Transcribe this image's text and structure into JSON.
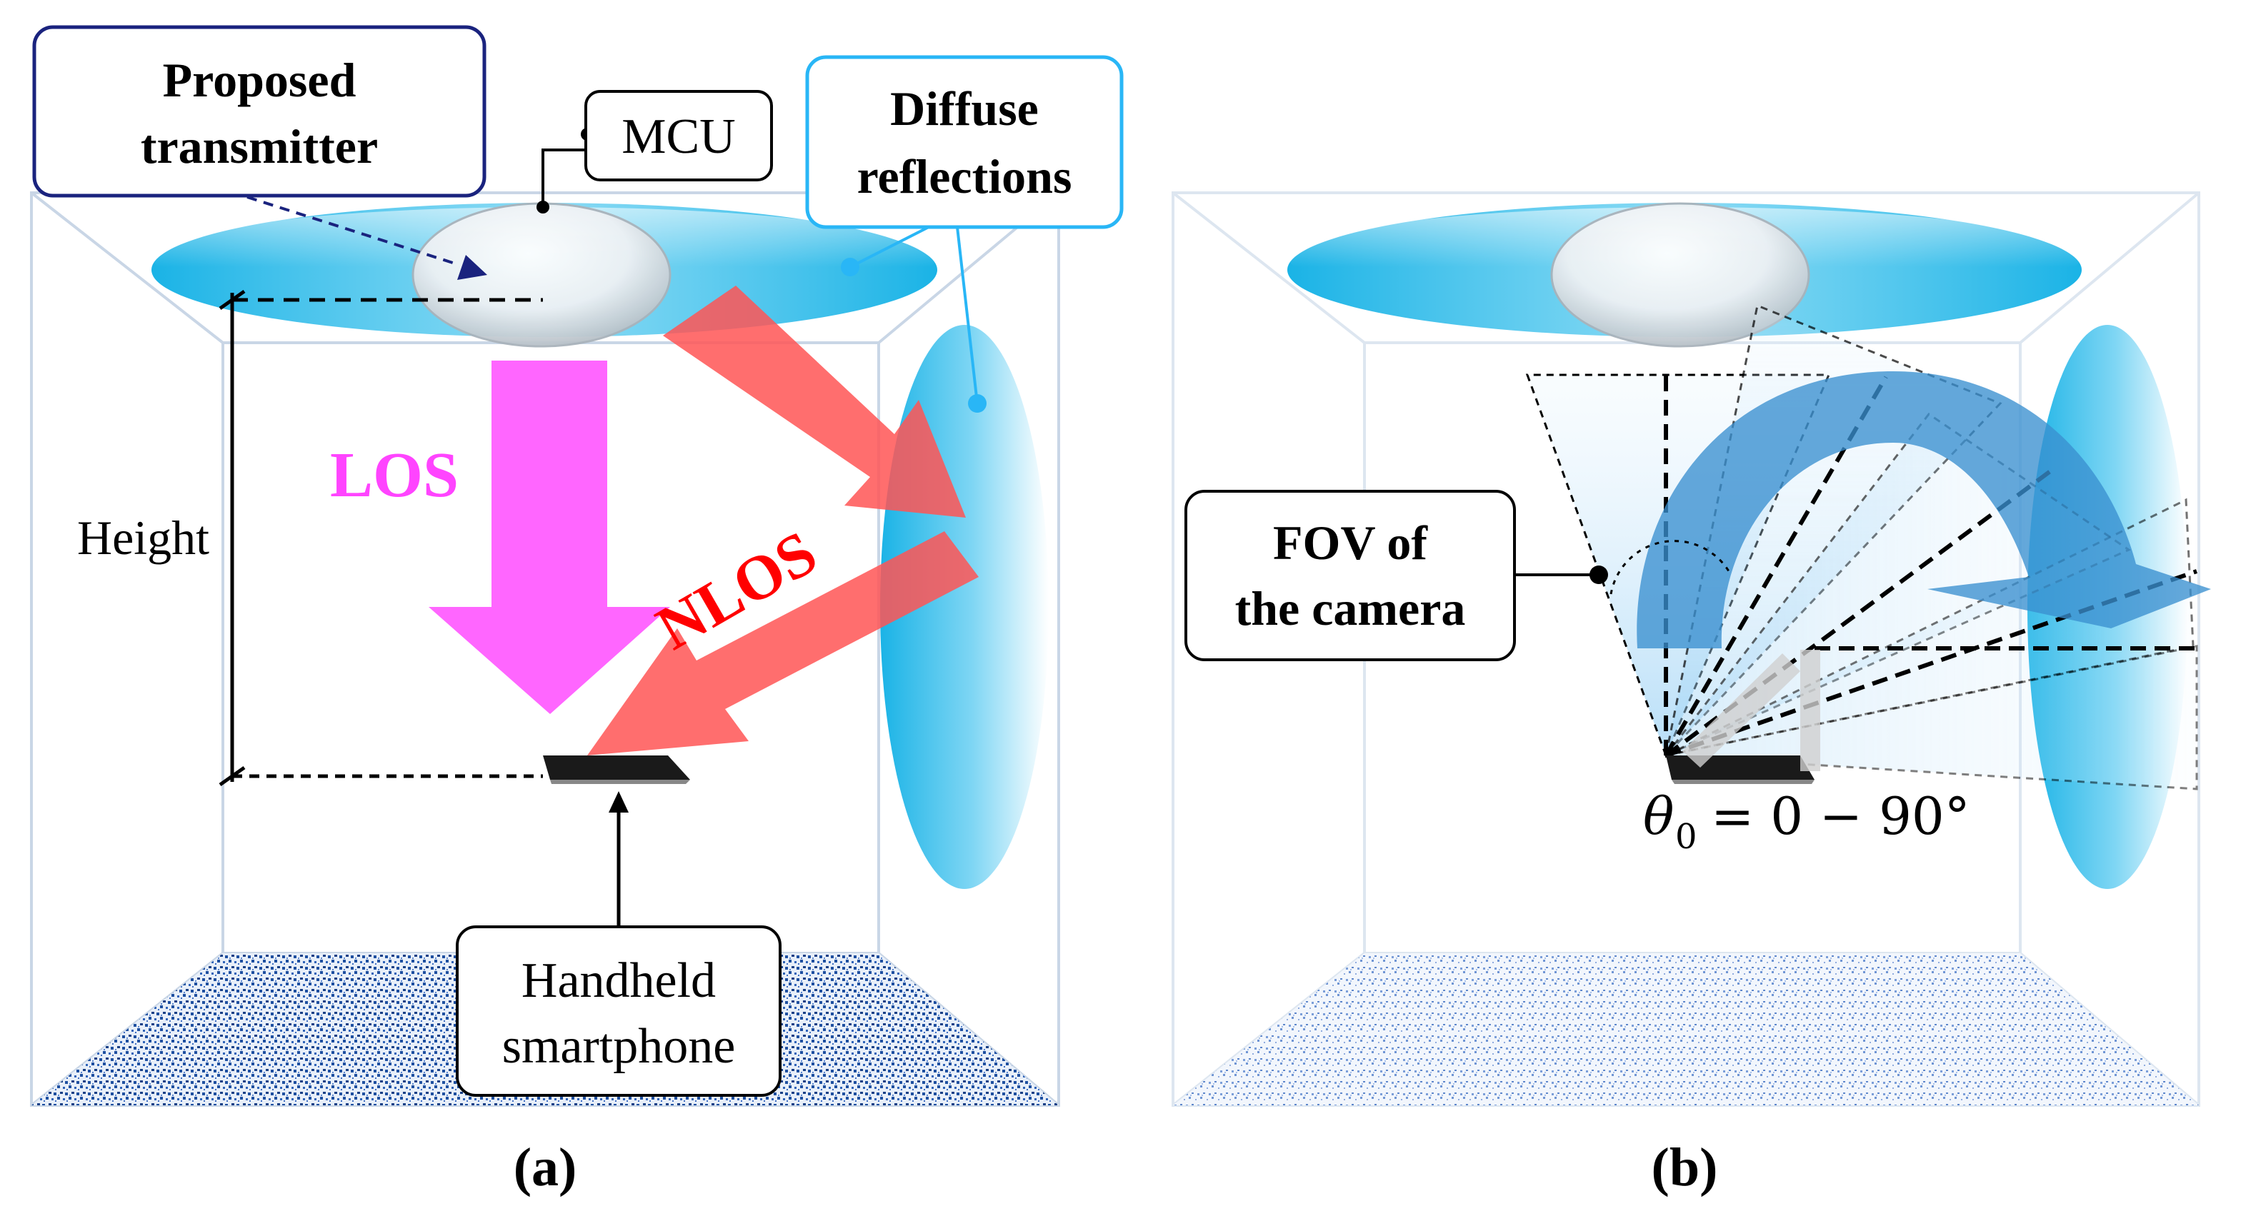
{
  "panel_a": {
    "transmitter_box": {
      "line1": "Proposed",
      "line2": "transmitter"
    },
    "mcu_label": "MCU",
    "diffuse_box": {
      "line1": "Diffuse",
      "line2": "reflections"
    },
    "los_label": "LOS",
    "nlos_label": "NLOS",
    "height_label": "Height",
    "smartphone_box": {
      "line1": "Handheld",
      "line2": "smartphone"
    },
    "caption": "(a)"
  },
  "panel_b": {
    "fov_box": {
      "line1": "FOV of",
      "line2": "the camera"
    },
    "angle_label": "θ",
    "angle_sub": "0",
    "angle_value": "= 0 − 90°",
    "caption": "(b)"
  },
  "colors": {
    "los_arrow": "#ff66ff",
    "nlos_arrow": "#ff5555",
    "los_text": "#ff44ff",
    "nlos_text": "#ff0000",
    "reflector": "#1ab3e6",
    "box_border_dark": "#1a237e",
    "box_border_light": "#29b6f6",
    "rotation_arrow": "#3a8fd0",
    "floor_pattern": "#1e4fa0"
  }
}
